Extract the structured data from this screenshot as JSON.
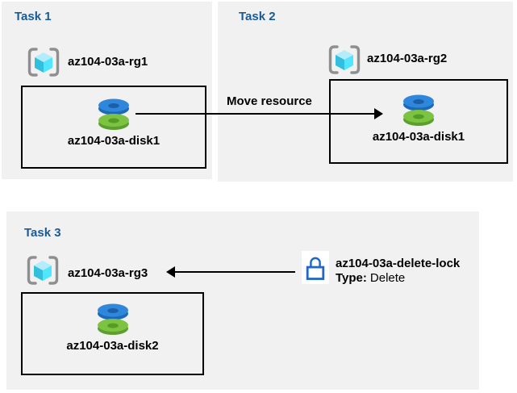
{
  "colors": {
    "panel_bg": "#f1f1f1",
    "task_title": "#1a5a96",
    "text": "#000000",
    "arrow": "#000000",
    "rg_bracket": "#8f8f8f",
    "rg_cube_top": "#b3ecfb",
    "rg_cube_left": "#32bedd",
    "rg_cube_right": "#50e6ff",
    "disk_blue_top": "#2f87dc",
    "disk_blue_side": "#1c69ba",
    "disk_blue_hole": "#1b5fa8",
    "disk_green_top": "#7cc341",
    "disk_green_side": "#5d9f2e",
    "disk_green_hole": "#549c27",
    "lock_blue": "#2166c8"
  },
  "tasks": [
    {
      "title": "Task 1",
      "resource_group": "az104-03a-rg1",
      "resource": "az104-03a-disk1"
    },
    {
      "title": "Task 2",
      "resource_group": "az104-03a-rg2",
      "resource": "az104-03a-disk1"
    },
    {
      "title": "Task 3",
      "resource_group": "az104-03a-rg3",
      "resource": "az104-03a-disk2"
    }
  ],
  "move_arrow": {
    "label": "Move resource"
  },
  "delete_lock": {
    "name": "az104-03a-delete-lock",
    "type_label": "Type:",
    "type_value": "Delete"
  },
  "icons": {
    "resource_group": "resource-group-icon",
    "disk": "disk-icon",
    "lock": "lock-icon",
    "move_arrowhead": "arrow-right-icon",
    "lock_arrowhead": "arrow-left-icon"
  }
}
